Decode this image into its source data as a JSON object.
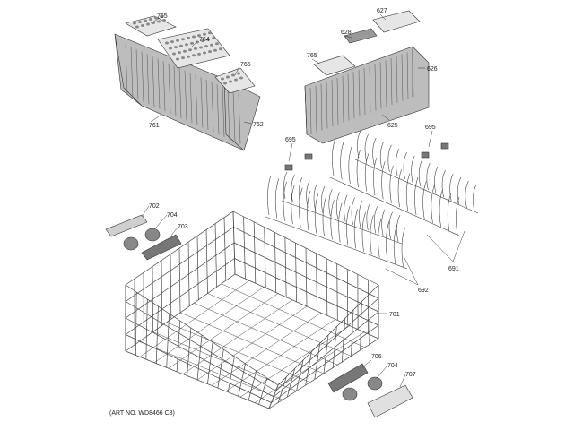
{
  "parts": {
    "basket_lid_top": "765",
    "basket_lid_mid": "764",
    "basket_lid_right": "765",
    "basket_body": "761",
    "basket_side": "762",
    "small_lid_top": "627",
    "small_lid_strip": "628",
    "small_lid_left": "765",
    "small_basket_right": "626",
    "small_basket_body": "625",
    "clip_left": "695",
    "clip_right": "695",
    "tine_row_right": "691",
    "tine_row_left": "692",
    "wheel_holder_left": "702",
    "wheel_left": "704",
    "wheel_mount_left": "703",
    "rack": "701",
    "wheel_mount_right": "706",
    "wheel_right": "704",
    "end_cap_right": "707"
  },
  "art_number": "(ART NO. WD8466 C3)",
  "colors": {
    "line": "#333333",
    "shade": "#8c8c8c",
    "light": "#d6d6d6"
  }
}
